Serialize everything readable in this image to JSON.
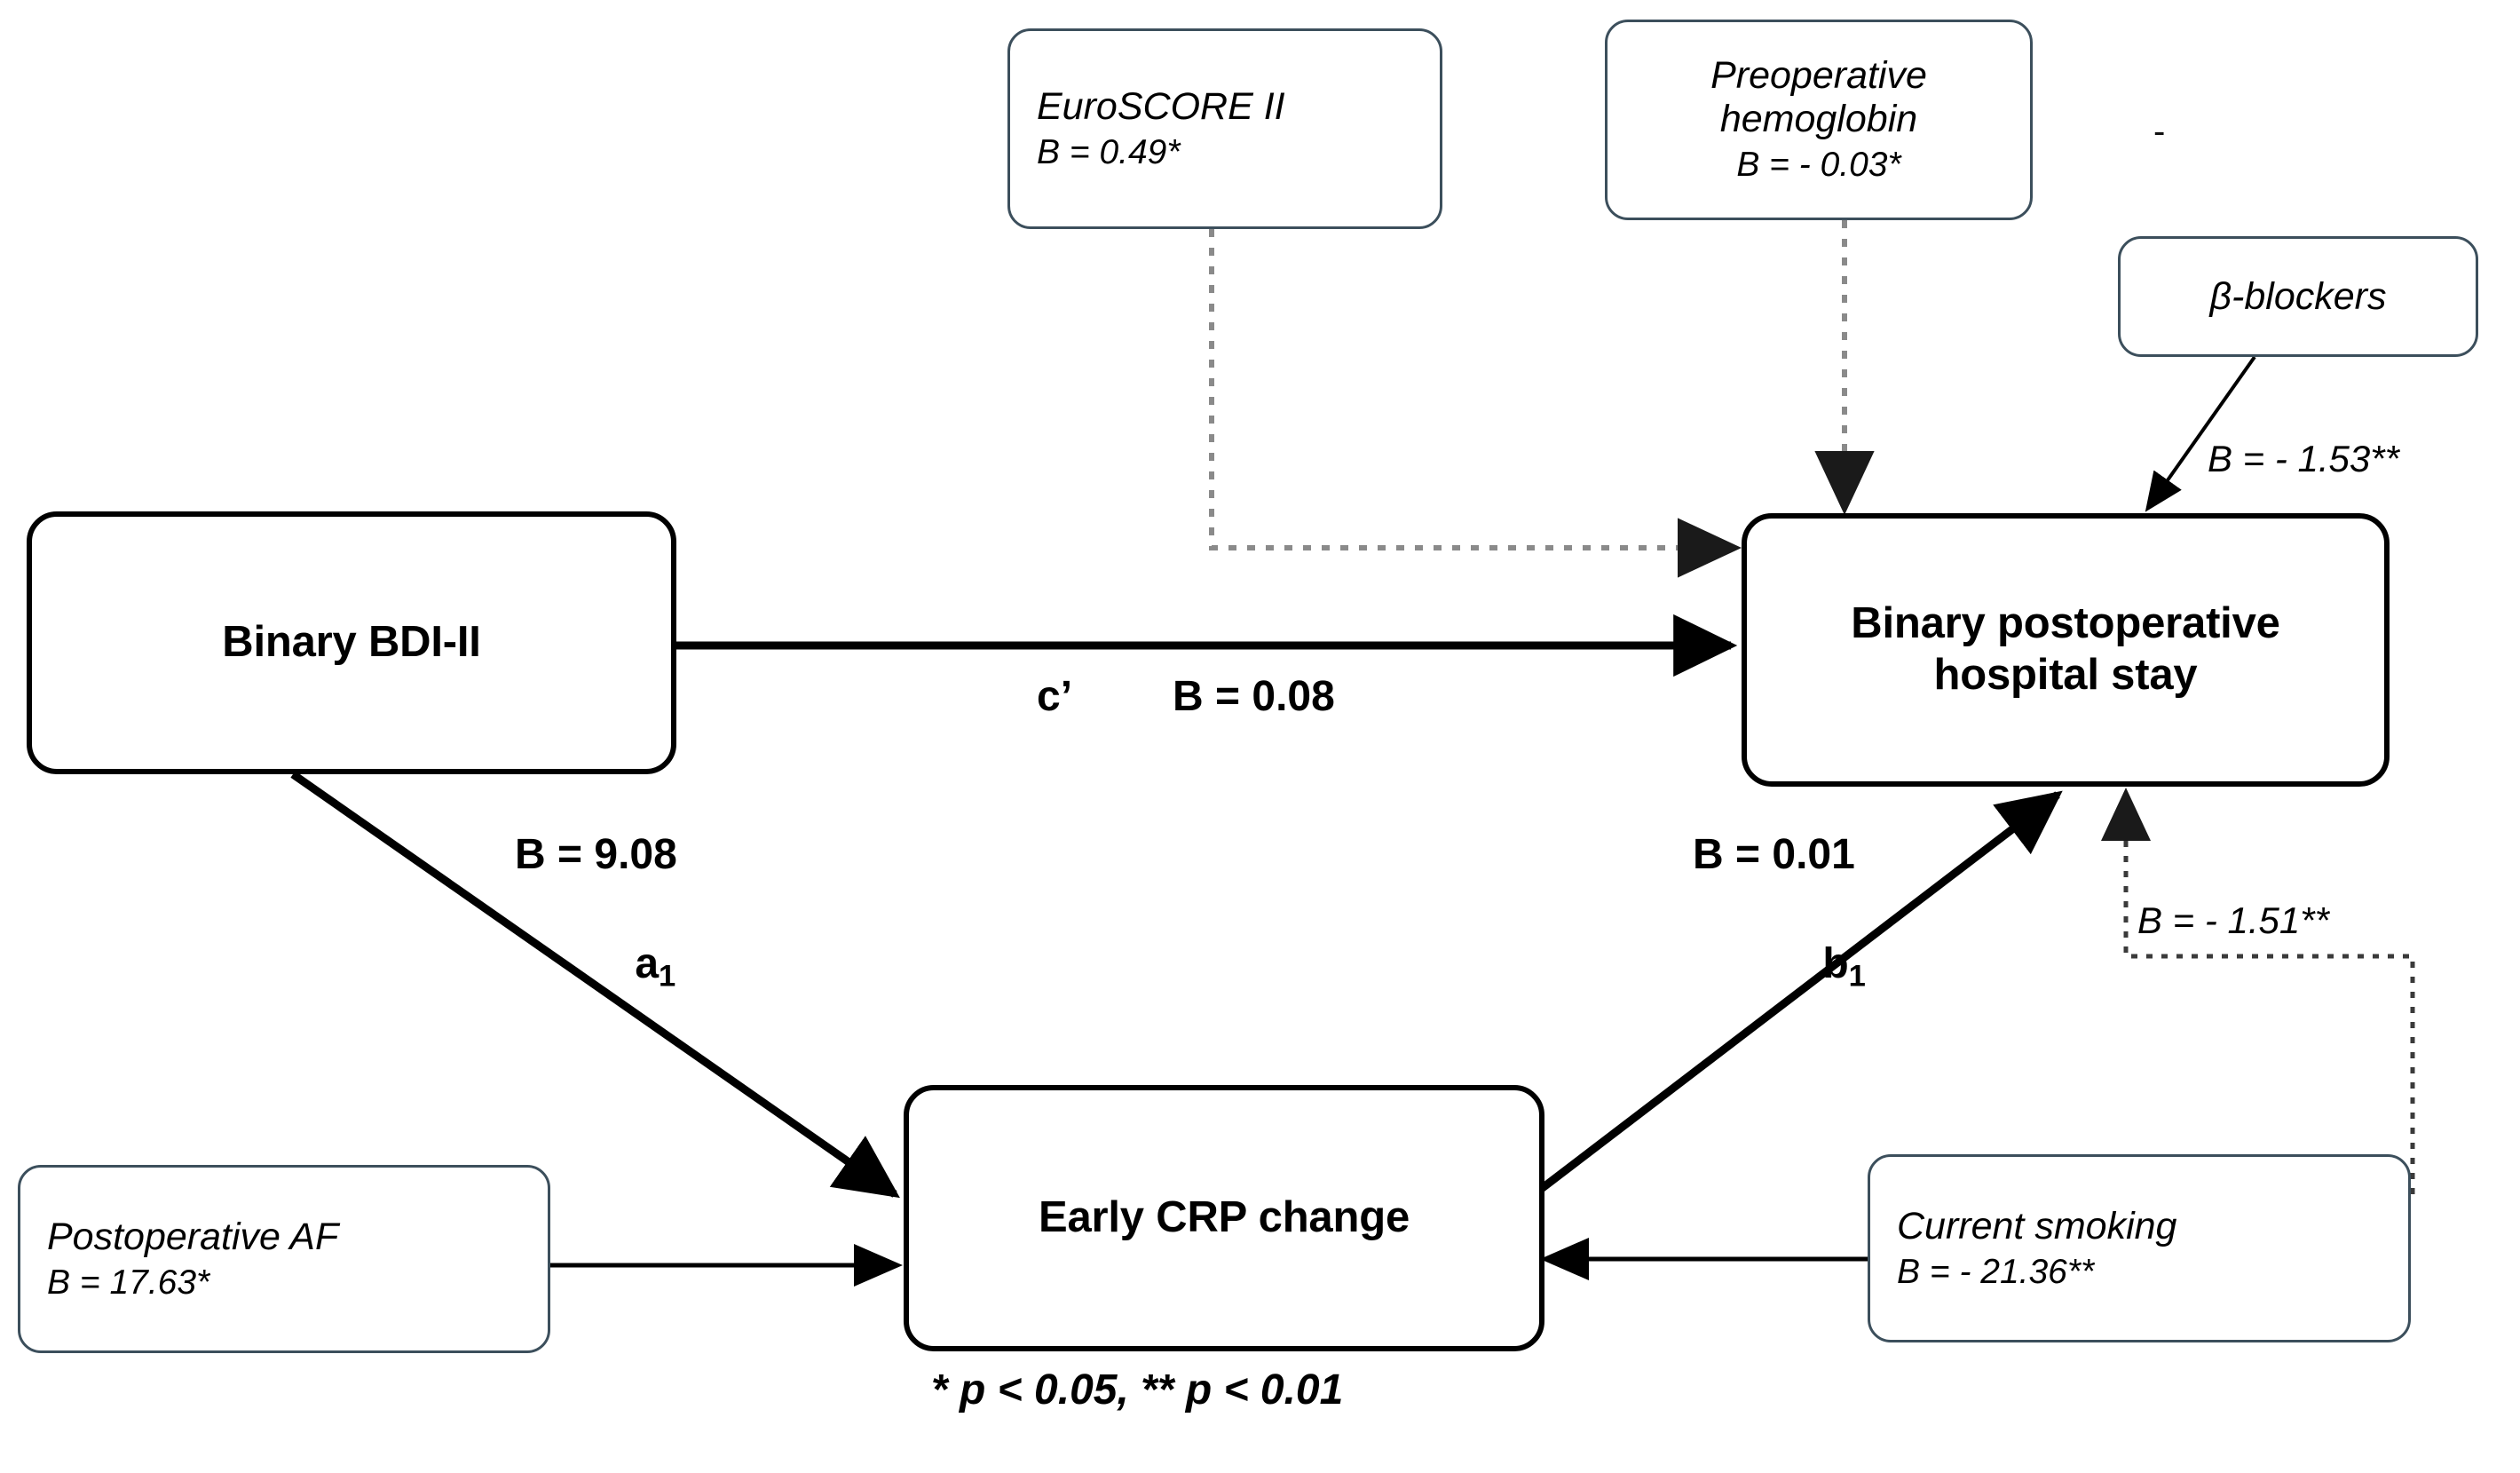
{
  "figure": {
    "type": "path-mediation-diagram",
    "significance_note": "* p < 0.05, ** p < 0.01"
  },
  "nodes": {
    "predictor": {
      "label": "Binary BDI-II"
    },
    "mediator": {
      "label": "Early CRP change"
    },
    "outcome": {
      "label_line1": "Binary postoperative",
      "label_line2": "hospital stay"
    },
    "euroscore": {
      "label": "EuroSCORE II",
      "coef": "B = 0.49*"
    },
    "hemoglobin": {
      "label_line1": "Preoperative",
      "label_line2": "hemoglobin",
      "coef": "B = - 0.03*"
    },
    "betablockers": {
      "label": "β-blockers"
    },
    "postop_af": {
      "label": "Postoperative AF",
      "coef": "B = 17.63*"
    },
    "smoking": {
      "label": "Current smoking",
      "coef": "B = - 21.36**"
    }
  },
  "paths": {
    "direct": {
      "path_label": "c’",
      "coef": "B = 0.08"
    },
    "a1": {
      "coef": "B = 9.08",
      "path_label": "a",
      "path_label_sub": "1"
    },
    "b1": {
      "coef": "B = 0.01",
      "path_label": "b",
      "path_label_sub": "1"
    },
    "betablockers_to_outcome": {
      "coef": "B = - 1.53**"
    },
    "smoking_to_outcome": {
      "coef": "B = - 1.51**"
    }
  },
  "stray_marks": {
    "hyphen": "-"
  },
  "colors": {
    "primary_border": "#000000",
    "covariate_border": "#3c4f5c",
    "dashed_path": "#7a7a7a",
    "background": "#ffffff"
  }
}
